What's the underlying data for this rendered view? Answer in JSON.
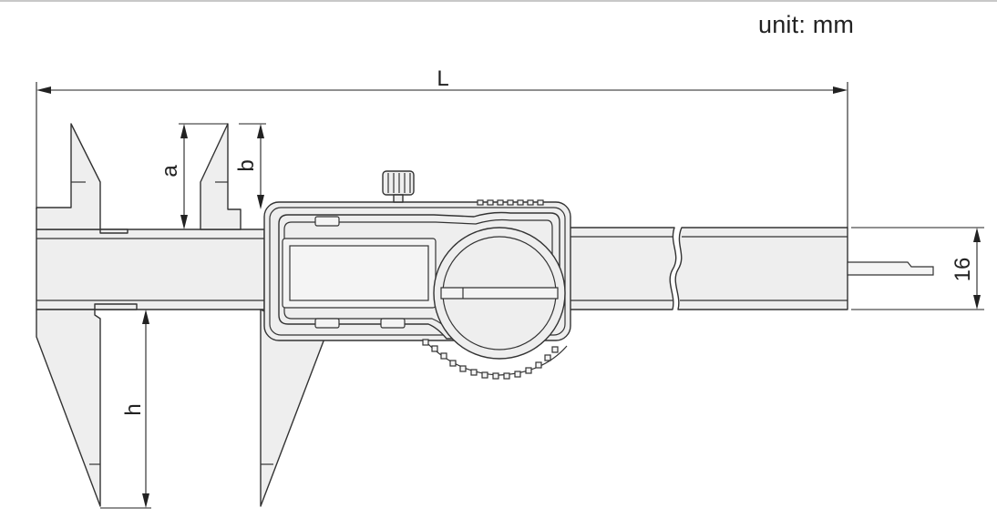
{
  "unit_label": "unit: mm",
  "dimensions": {
    "overall_length": "L",
    "outside_jaw_depth": "a",
    "inside_jaw_depth": "b",
    "height": "h",
    "beam_height": "16"
  },
  "colors": {
    "outline": "#333333",
    "fill": "#eeeeee",
    "background": "#ffffff"
  }
}
